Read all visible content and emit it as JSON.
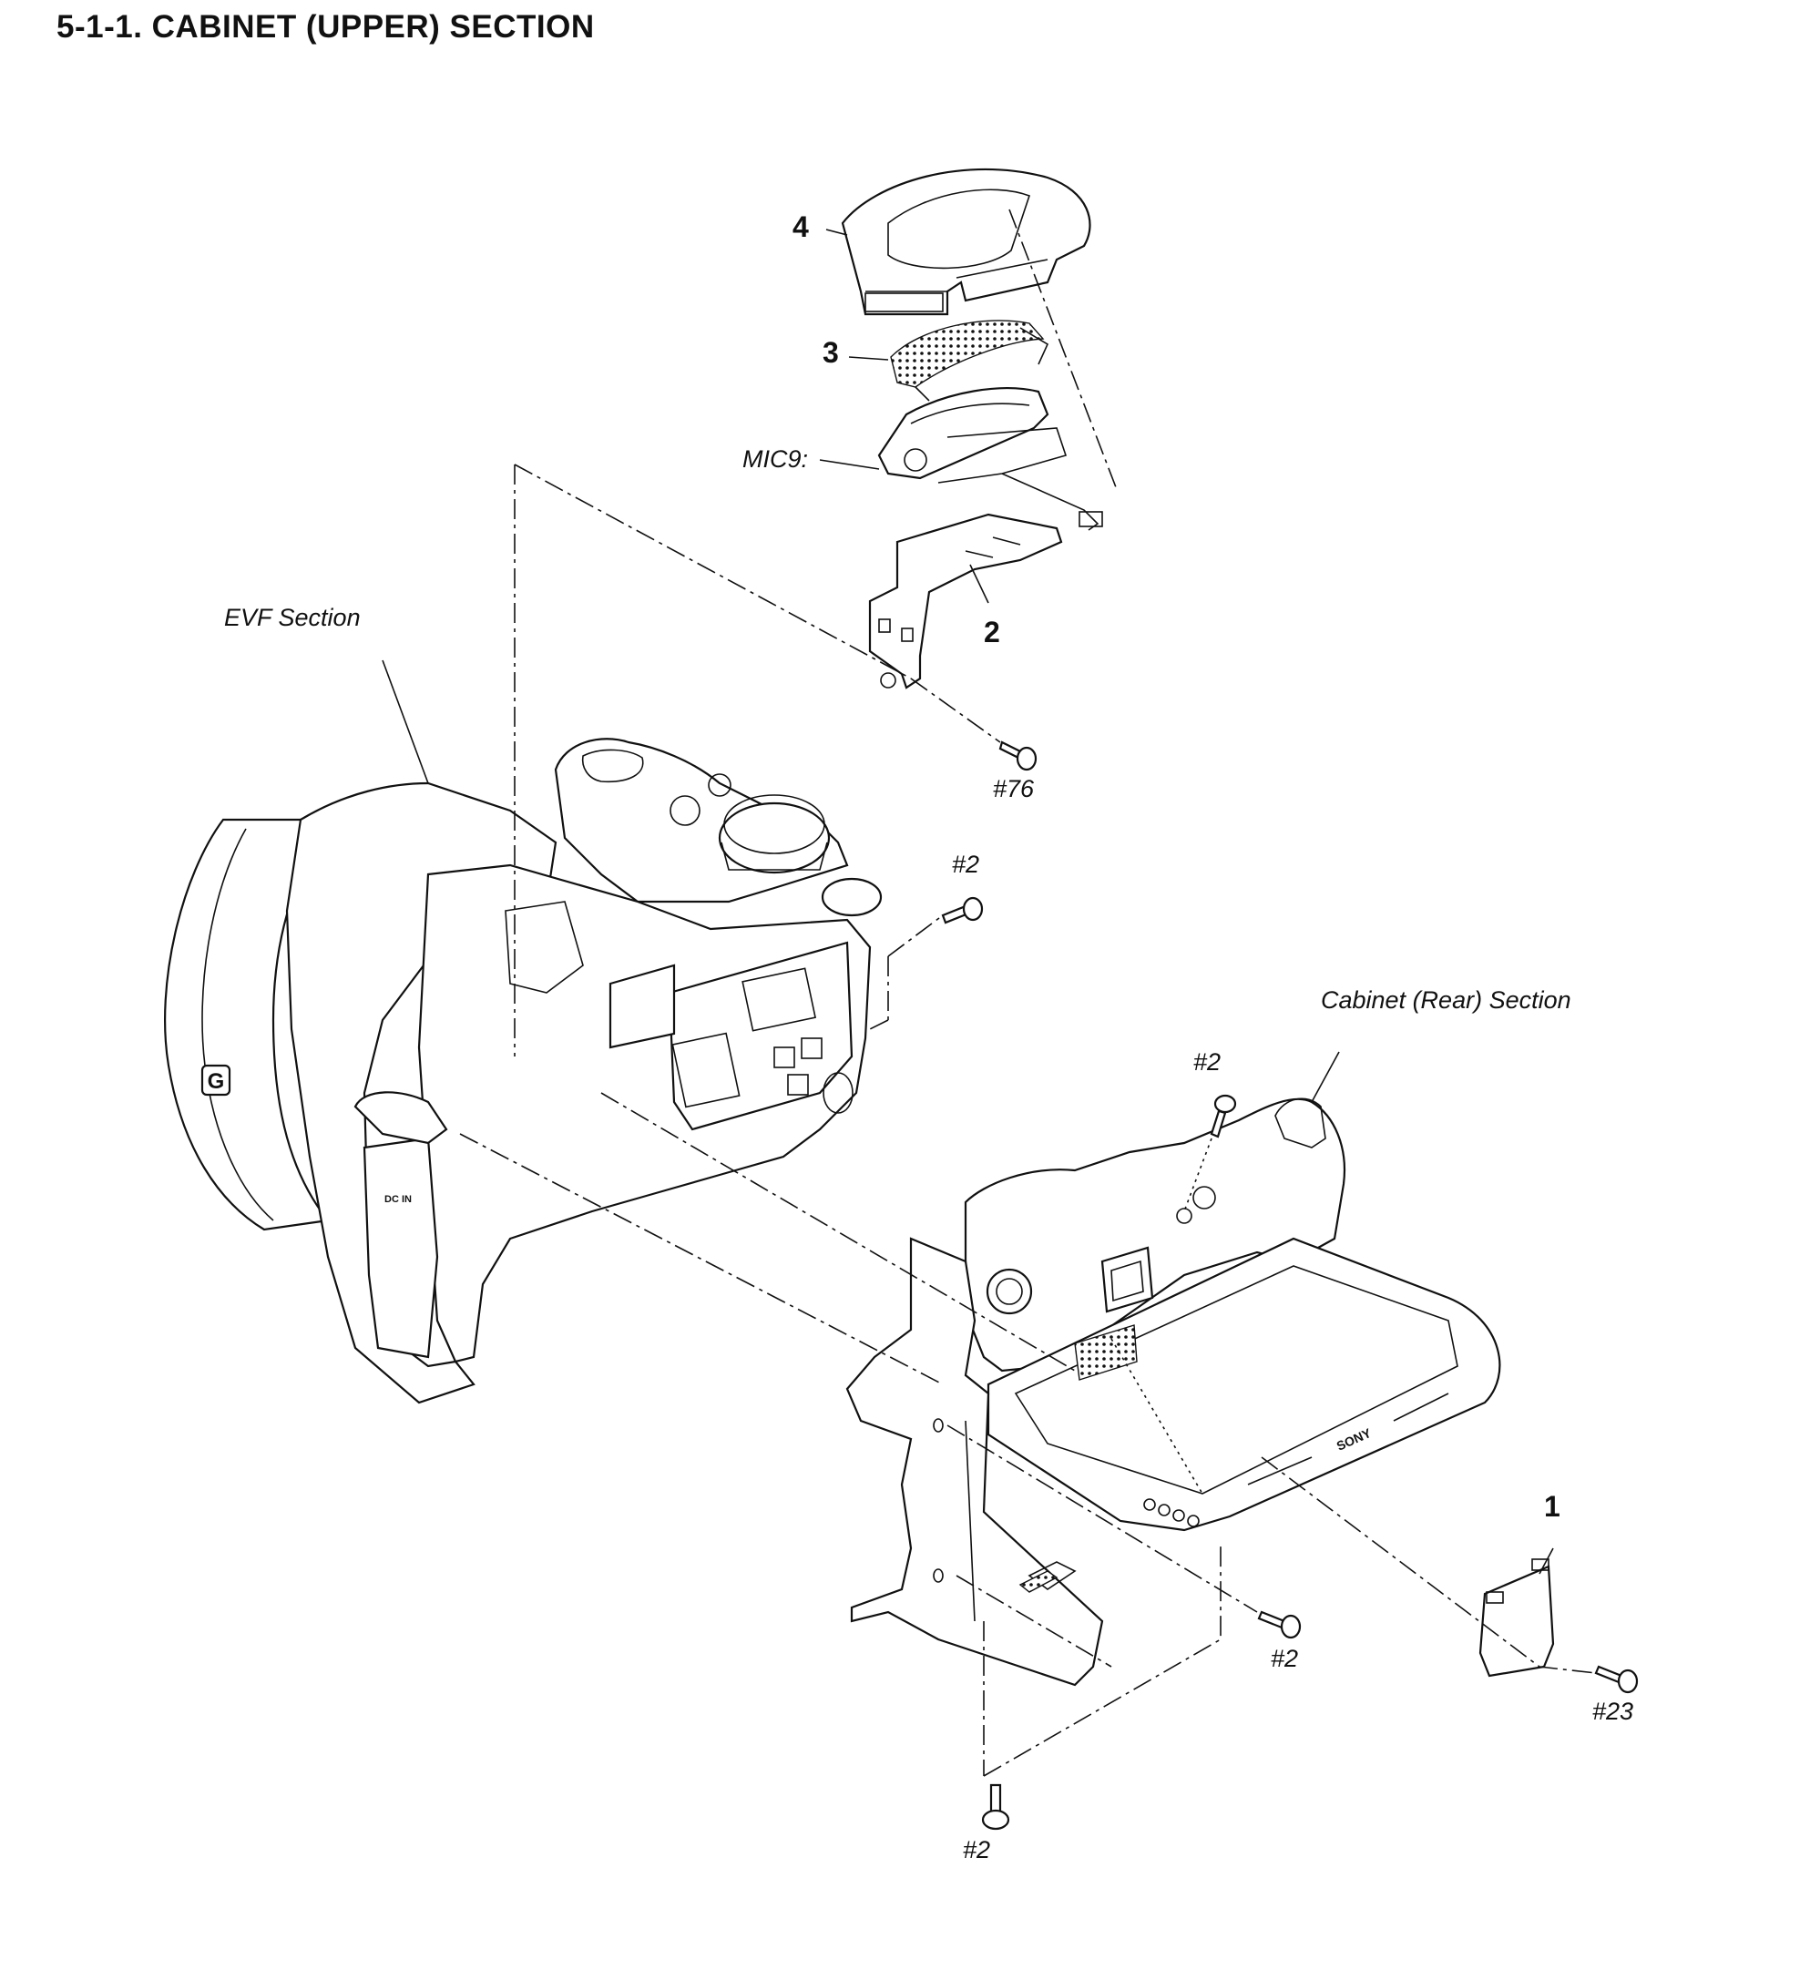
{
  "title": "5-1-1.  CABINET (UPPER)  SECTION",
  "callouts": {
    "part1": "1",
    "part2": "2",
    "part3": "3",
    "part4": "4",
    "mic": "MIC9:",
    "evf": "EVF Section",
    "cabinet_rear": "Cabinet (Rear) Section",
    "screw76": "#76",
    "screw2_top": "#2",
    "screw2_mid": "#2",
    "screw2_right": "#2",
    "screw2_bottom": "#2",
    "screw23": "#23"
  },
  "body_marks": {
    "dc_in": "DC IN",
    "g_logo": "G",
    "brand": "SONY"
  }
}
